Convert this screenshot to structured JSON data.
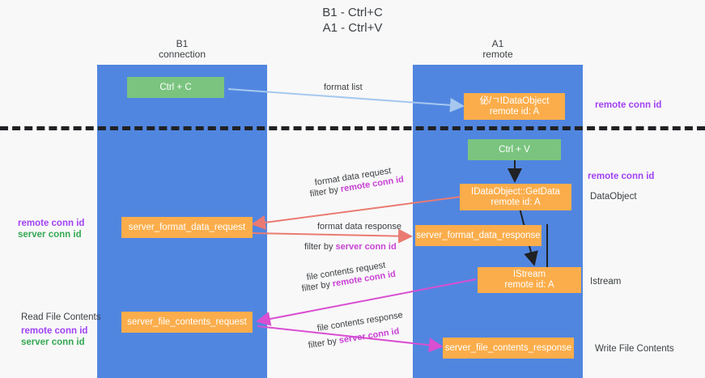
{
  "title": {
    "line1": "B1 - Ctrl+C",
    "line2": "A1 - Ctrl+V"
  },
  "lanes": [
    {
      "name": "B1",
      "role": "connection"
    },
    {
      "name": "A1",
      "role": "remote"
    }
  ],
  "colors": {
    "lane": "#5186e0",
    "green_box": "#7ac47f",
    "orange_box": "#fbad4b",
    "purple_text": "#a142f4",
    "magenta_text": "#c842d4",
    "green_text": "#34a853",
    "divider": "#202124",
    "arrow_blue": "#a6c8ef",
    "arrow_red": "#ea7b72",
    "arrow_magenta": "#d94fd1",
    "arrow_black": "#202124",
    "background": "#f8f8f8"
  },
  "nodes": {
    "ctrl_c": {
      "label": "Ctrl + C"
    },
    "ctrl_v": {
      "label": "Ctrl + V"
    },
    "dataobject_remote": {
      "label": "佖/ㄱIDataObject",
      "sub": "remote id: A"
    },
    "getdata": {
      "label": "IDataObject::GetData",
      "sub": "remote id: A"
    },
    "istream": {
      "label": "IStream",
      "sub": "remote id: A"
    },
    "server_format_data_request": {
      "label": "server_format_data_request"
    },
    "server_format_data_response": {
      "label": "server_format_data_response"
    },
    "server_file_contents_request": {
      "label": "server_file_contents_request"
    },
    "server_file_contents_response": {
      "label": "server_file_contents_response"
    }
  },
  "edges": {
    "format_list": {
      "label": "format list"
    },
    "format_data_request": {
      "label": "format data request",
      "filter_prefix": "filter by ",
      "filter_key": "remote conn id"
    },
    "format_data_response": {
      "label": "format data response",
      "filter_prefix": "filter by ",
      "filter_key": "server conn id"
    },
    "file_contents_request": {
      "label": "file contents request",
      "filter_prefix": "filter by ",
      "filter_key": "remote conn id"
    },
    "file_contents_response": {
      "label": "file contents response",
      "filter_prefix": "filter by ",
      "filter_key": "server conn id"
    }
  },
  "annotations": {
    "right_top_conn": "remote conn id",
    "right_mid_conn": "remote conn id",
    "right_dataobject": "DataObject",
    "right_istream": "Istream",
    "right_write_file": "Write File Contents",
    "left_mid_remote": "remote conn id",
    "left_mid_server": "server conn id",
    "left_read_file": "Read File Contents",
    "left_bottom_remote": "remote conn id",
    "left_bottom_server": "server conn id"
  }
}
